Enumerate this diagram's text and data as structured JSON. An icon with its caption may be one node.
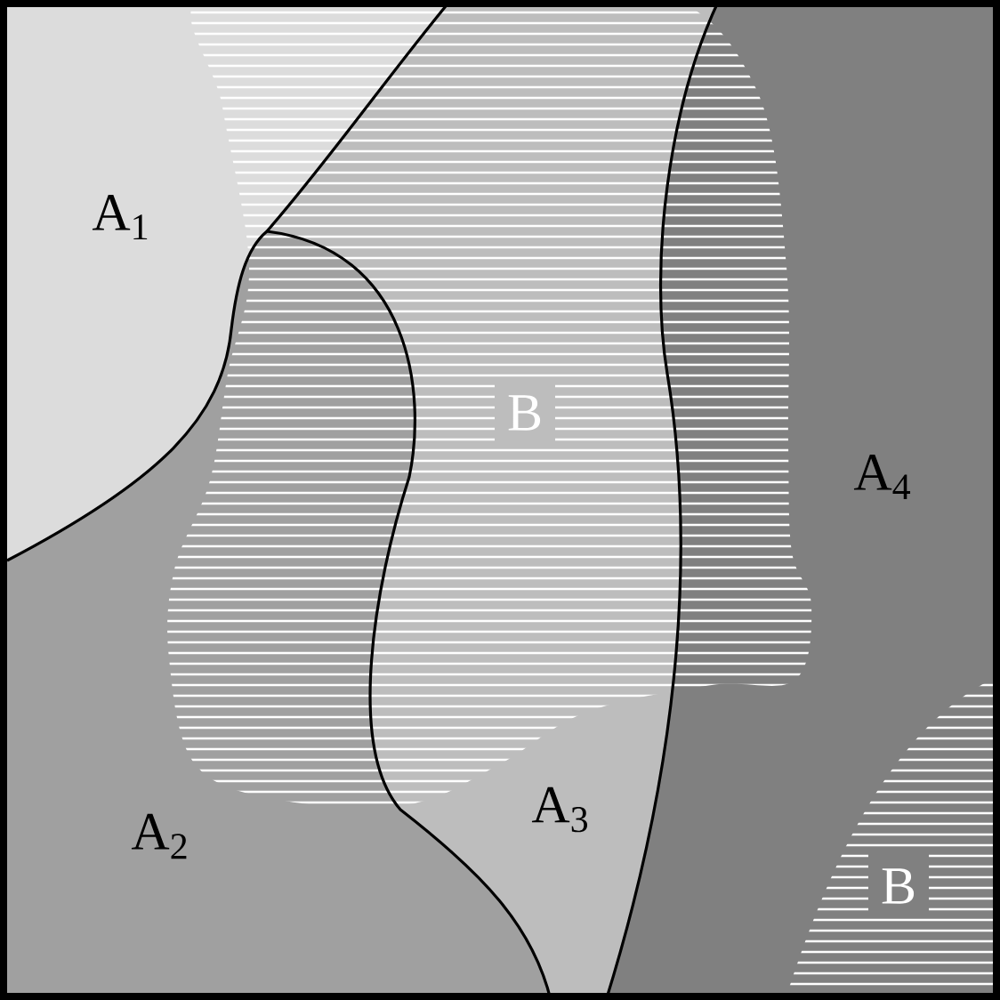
{
  "diagram": {
    "labels": [
      "A$_{1}$",
      "B",
      "A$_{4}$",
      "A$_{3}$",
      "A$_{2}$",
      "B"
    ]
  }
}
